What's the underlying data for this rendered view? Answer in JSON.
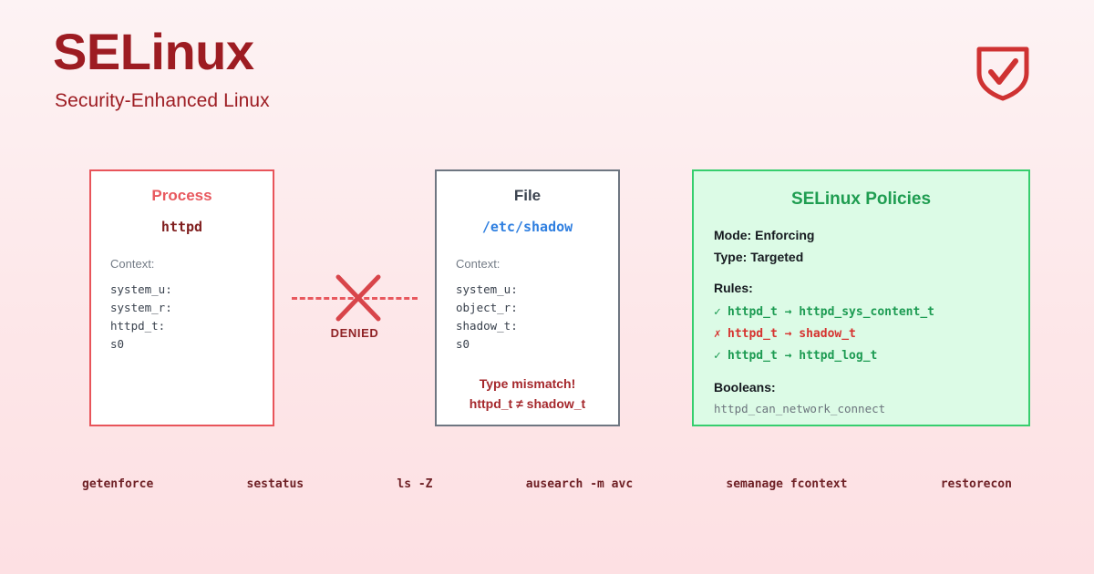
{
  "header": {
    "title": "SELinux",
    "subtitle": "Security-Enhanced Linux",
    "logo_icon": "shield-check-icon",
    "accent_color": "#9d1c22"
  },
  "process_card": {
    "title": "Process",
    "name": "httpd",
    "context_label": "Context:",
    "context": [
      "system_u:",
      "system_r:",
      "httpd_t:",
      "s0"
    ],
    "border_color": "#e8545a"
  },
  "file_card": {
    "title": "File",
    "name": "/etc/shadow",
    "context_label": "Context:",
    "context": [
      "system_u:",
      "object_r:",
      "shadow_t:",
      "s0"
    ],
    "alert_line1": "Type mismatch!",
    "alert_line2": "httpd_t ≠ shadow_t",
    "border_color": "#6e7681"
  },
  "connector": {
    "label": "DENIED",
    "icon": "x-cross-icon",
    "color": "#e8585e"
  },
  "policies_card": {
    "title": "SELinux Policies",
    "mode": "Mode: Enforcing",
    "type": "Type: Targeted",
    "rules_label": "Rules:",
    "rules": [
      {
        "mark": "✓",
        "text": "httpd_t → httpd_sys_content_t",
        "state": "allow"
      },
      {
        "mark": "✗",
        "text": "httpd_t → shadow_t",
        "state": "deny"
      },
      {
        "mark": "✓",
        "text": "httpd_t → httpd_log_t",
        "state": "allow"
      }
    ],
    "booleans_label": "Booleans:",
    "boolean_value": "httpd_can_network_connect",
    "border_color": "#36ce6e",
    "background_color": "#dcfbe6"
  },
  "commands": [
    "getenforce",
    "sestatus",
    "ls -Z",
    "ausearch -m avc",
    "semanage fcontext",
    "restorecon"
  ]
}
